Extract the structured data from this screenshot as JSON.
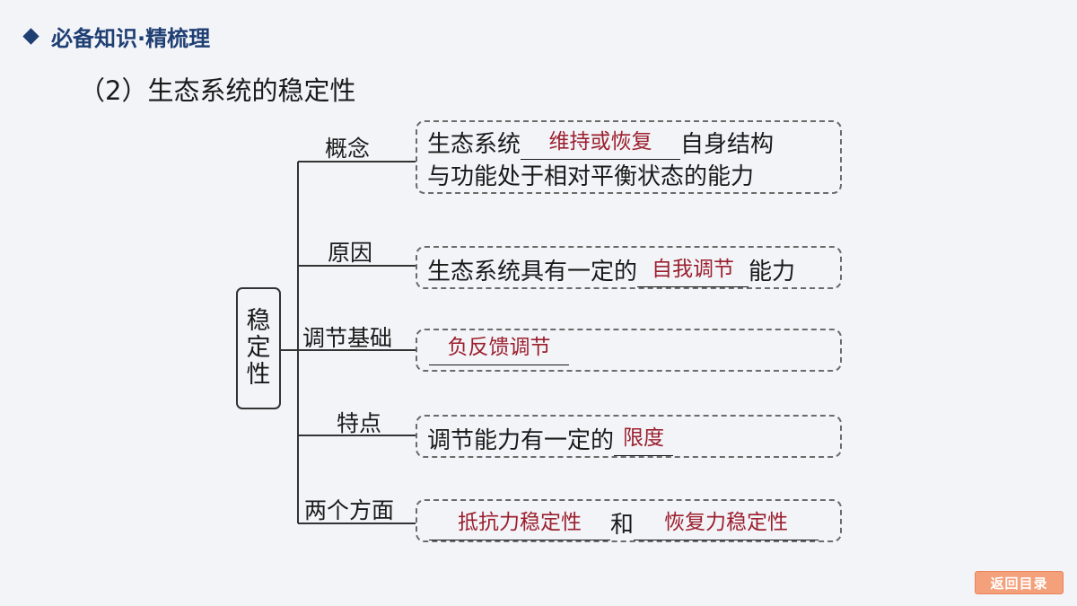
{
  "header": {
    "title": "必备知识·精梳理"
  },
  "subtitle": "（2）生态系统的稳定性",
  "root": {
    "chars": [
      "稳",
      "定",
      "性"
    ]
  },
  "branches": {
    "concept": {
      "label": "概念",
      "text1": "生态系统",
      "fill": "维持或恢复",
      "text2": "自身结构",
      "line2": "与功能处于相对平衡状态的能力"
    },
    "cause": {
      "label": "原因",
      "text1": "生态系统具有一定的",
      "fill": "自我调节",
      "text2": "能力"
    },
    "basis": {
      "label": "调节基础",
      "fill": "负反馈调节"
    },
    "feature": {
      "label": "特点",
      "text1": "调节能力有一定的",
      "fill": "限度"
    },
    "aspects": {
      "label": "两个方面",
      "fill1": "抵抗力稳定性",
      "and": "和",
      "fill2": "恢复力稳定性"
    }
  },
  "back_button": {
    "label": "返回目录"
  }
}
